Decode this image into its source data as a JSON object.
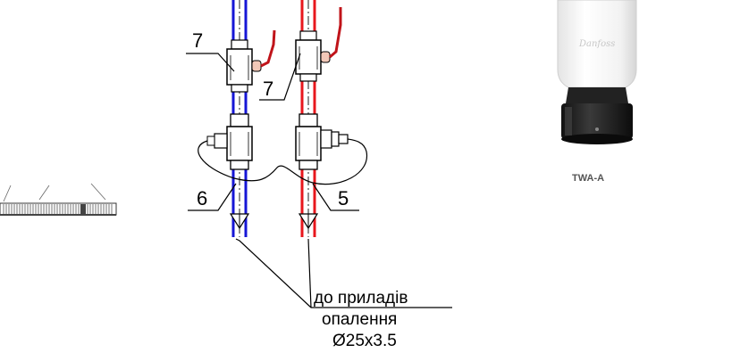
{
  "diagram": {
    "labels": {
      "valve_left_top": "7",
      "valve_right_top": "7",
      "fitting_left": "6",
      "fitting_right": "5"
    },
    "caption": {
      "line1": "до приладів",
      "line2": "опалення",
      "line3": "Ø25x3.5"
    },
    "thermostat": {
      "brand": "Danfoss",
      "model": "TWA-A"
    },
    "colors": {
      "supply_pipe": "#e8171d",
      "return_pipe": "#1616d6",
      "handle": "#c0141a",
      "nut": "#f2c8b8"
    }
  }
}
